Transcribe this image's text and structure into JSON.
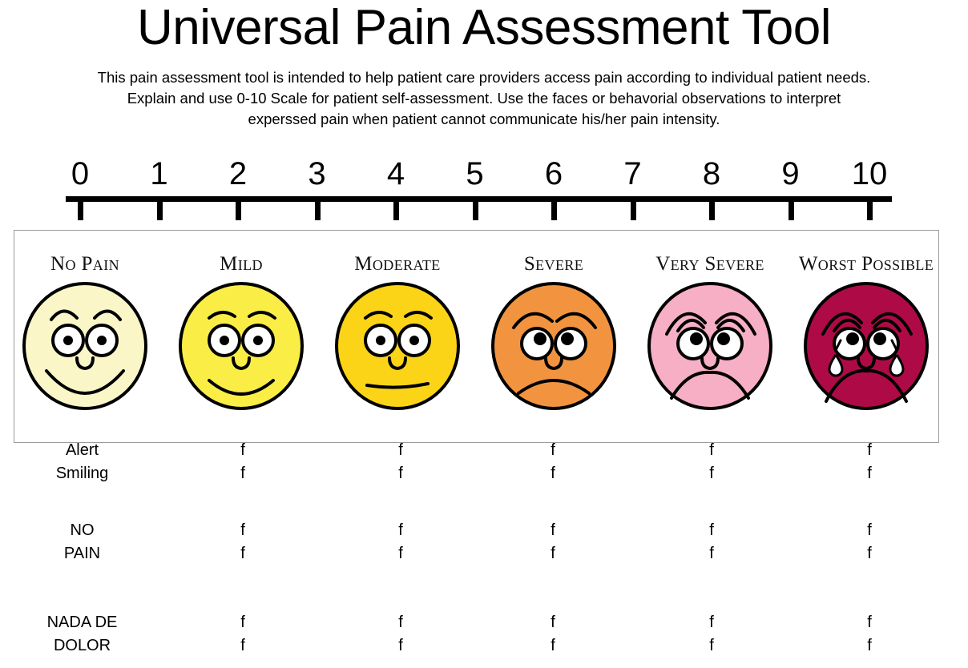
{
  "header": {
    "title": "Universal Pain Assessment Tool",
    "description_lines": [
      "This pain assessment tool is intended to help patient care providers access pain according to individual patient needs.",
      "Explain and use 0-10 Scale for patient self-assessment.  Use the faces or behavorial observations to interpret",
      "experssed pain when patient cannot communicate his/her pain intensity."
    ]
  },
  "scale": {
    "min": 0,
    "max": 10,
    "ticks": [
      "0",
      "1",
      "2",
      "3",
      "4",
      "5",
      "6",
      "7",
      "8",
      "9",
      "10"
    ]
  },
  "faces": [
    {
      "label": "No Pain",
      "value": 0,
      "color": "#FAF6C8",
      "icon": "smiley-happy-face",
      "expression": "broad-smile",
      "brows": "raised-arched",
      "tears": 0
    },
    {
      "label": "Mild",
      "value": 2,
      "color": "#FAEE46",
      "icon": "smiley-mild-face",
      "expression": "slight-smile",
      "brows": "flat-arched",
      "tears": 0
    },
    {
      "label": "Moderate",
      "value": 4,
      "color": "#FBD417",
      "icon": "smiley-neutral-face",
      "expression": "flat-mouth",
      "brows": "flat-arched",
      "tears": 0
    },
    {
      "label": "Severe",
      "value": 6,
      "color": "#F2943F",
      "icon": "smiley-frown-face",
      "expression": "frown",
      "brows": "worried-sloped",
      "tears": 0
    },
    {
      "label": "Very Severe",
      "value": 8,
      "color": "#F7AFC6",
      "icon": "smiley-sad-face",
      "expression": "deep-frown",
      "brows": "anguished-sloped",
      "tears": 0
    },
    {
      "label": "Worst Possible",
      "value": 10,
      "color": "#AE0B46",
      "icon": "smiley-crying-face",
      "expression": "crying-frown",
      "brows": "anguished-sloped",
      "tears": 2
    }
  ],
  "observation_rows": [
    {
      "name": "behavioral-observation",
      "label_lines": [
        "Alert",
        "Smiling"
      ],
      "marks": [
        "f",
        "f",
        "f",
        "f",
        "f"
      ]
    },
    {
      "name": "english-pain-scale",
      "label_lines": [
        "NO",
        "PAIN"
      ],
      "marks": [
        "f",
        "f",
        "f",
        "f",
        "f"
      ]
    },
    {
      "name": "spanish-pain-scale",
      "label_lines": [
        "NADA DE",
        "DOLOR"
      ],
      "marks": [
        "f",
        "f",
        "f",
        "f",
        "f"
      ]
    }
  ],
  "colors": {
    "background": "#FFFFFF",
    "ink": "#000000",
    "box_border": "#9C9C9C"
  }
}
